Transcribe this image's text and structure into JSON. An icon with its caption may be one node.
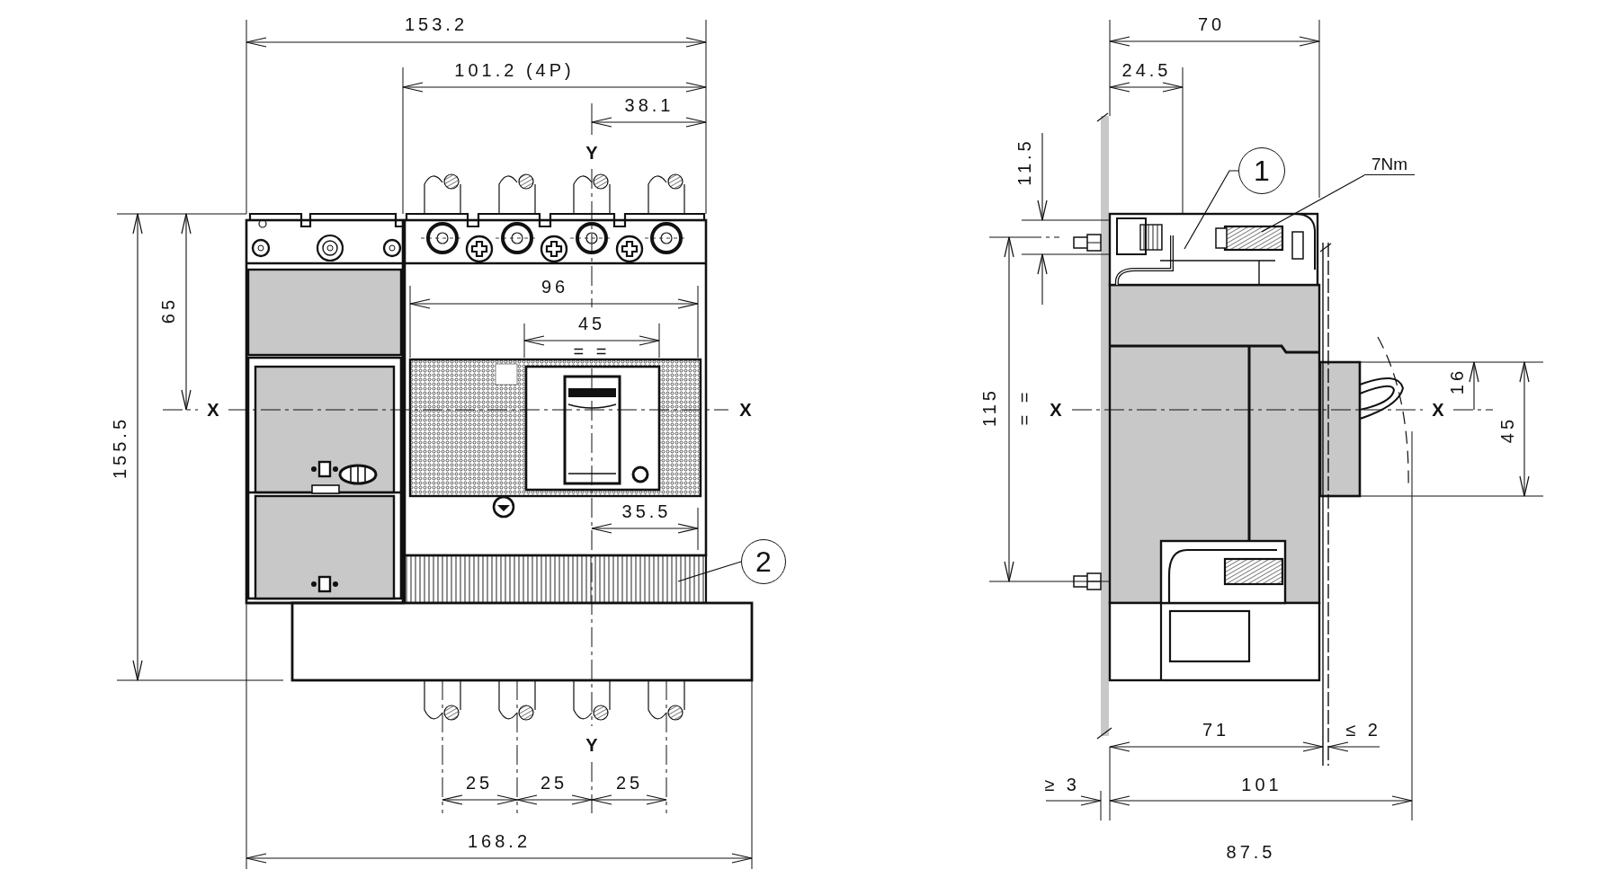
{
  "diagram": {
    "nodes": [
      {
        "text": [
          "1"
        ]
      },
      {
        "text": [
          "7Nm"
        ]
      },
      {
        "text": [
          "2"
        ]
      }
    ],
    "edges": [
      {
        "from": 0,
        "to": null,
        "arrow": "none"
      },
      {
        "from": 1,
        "to": null,
        "arrow": "none"
      },
      {
        "from": 2,
        "to": null,
        "arrow": "none"
      }
    ],
    "labels": [
      "153.2",
      "101.2 (4P)",
      "38.1",
      "Y",
      "96",
      "45",
      "= =",
      "X",
      "X",
      "65",
      "155.5",
      "35.5",
      "Y",
      "25",
      "25",
      "25",
      "168.2",
      "70",
      "24.5",
      "11.5",
      "115",
      "= =",
      "X",
      "X",
      "16",
      "45",
      "71",
      "≤ 2",
      "≥ 3",
      "101",
      "87.5"
    ]
  }
}
